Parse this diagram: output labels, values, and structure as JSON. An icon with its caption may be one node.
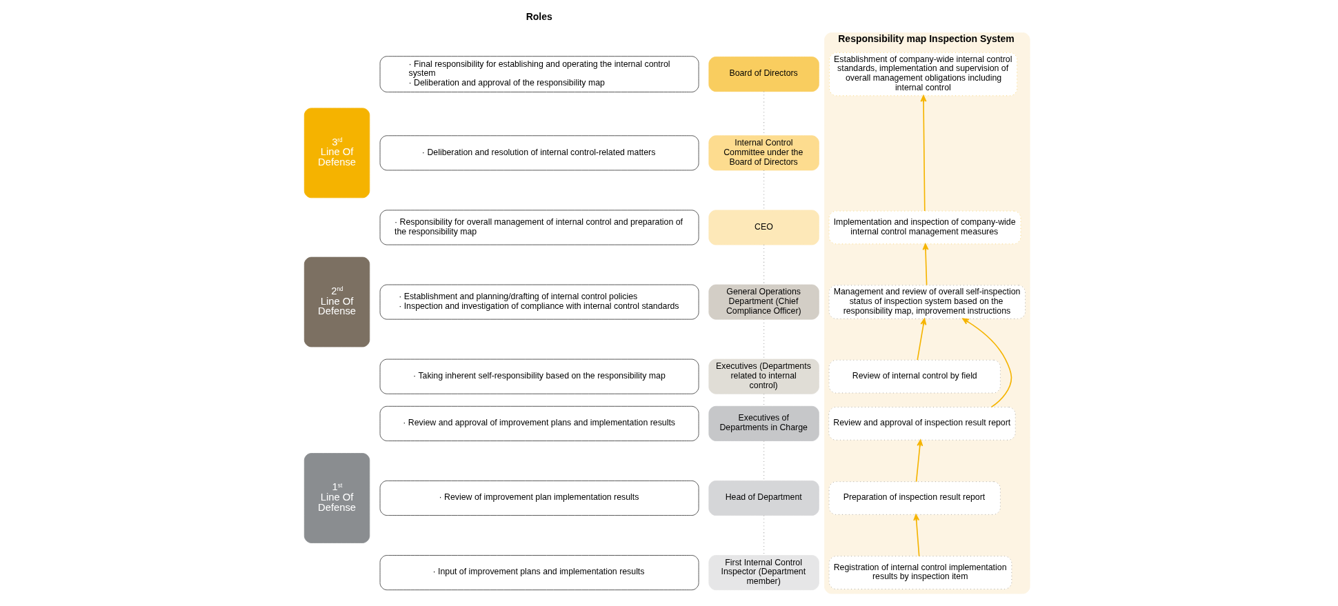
{
  "diagram": {
    "nodes": [
      {
        "text": [
          "3$^{rd}$ Line Of Defense"
        ]
      },
      {
        "text": [
          "· Final responsibility for establishing and operating the internal control system",
          "· Deliberation and approval of the responsibility map"
        ]
      },
      {
        "text": [
          "Board of Directors"
        ]
      },
      {
        "text": [
          "· Deliberation and resolution of internal control-related matters"
        ]
      },
      {
        "text": [
          "Internal Control Committee under the Board of Directors"
        ]
      },
      {
        "text": [
          "· Responsibility for overall management of internal control and preparation of the responsibility map"
        ]
      },
      {
        "text": [
          "CEO"
        ]
      },
      {
        "text": [
          "2$^{nd}$ Line Of Defense"
        ]
      },
      {
        "text": [
          "· Establishment and planning/drafting of internal control policies",
          "· Inspection and investigation of compliance with internal control standards"
        ]
      },
      {
        "text": [
          "General Operations Department (Chief Compliance Officer)"
        ]
      },
      {
        "text": [
          "· Taking inherent self-responsibility based on the responsibility map"
        ]
      },
      {
        "text": [
          "Executives (Departments related to internal control)"
        ]
      },
      {
        "text": [
          "1$^{st}$ Line Of Defense"
        ]
      },
      {
        "text": [
          "· Review and approval of improvement plans and implementation results"
        ]
      },
      {
        "text": [
          "Executives of Departments in Charge"
        ]
      },
      {
        "text": [
          "· Review of improvement plan implementation results"
        ]
      },
      {
        "text": [
          "Head of Department"
        ]
      },
      {
        "text": [
          "· Input of improvement plans and implementation results"
        ]
      },
      {
        "text": [
          "First Internal Control Inspector (Department member)"
        ]
      },
      {
        "text": [
          "Responsibility map Inspection System"
        ]
      },
      {
        "text": [
          "Establishment of company-wide internal control standards, implementation and supervision of overall management obligations including internal control"
        ],
        "in": 19
      },
      {
        "text": [
          "Implementation and inspection of company-wide internal control management measures"
        ],
        "in": 19
      },
      {
        "text": [
          "Management and review of overall self-inspection status of inspection system based on the responsibility map, improvement instructions"
        ],
        "in": 19
      },
      {
        "text": [
          "Review of internal control by field"
        ],
        "in": 19
      },
      {
        "text": [
          "Review and approval of inspection result report"
        ],
        "in": 19
      },
      {
        "text": [
          "Preparation of inspection result report"
        ],
        "in": 19
      },
      {
        "text": [
          "Registration of internal control implementation results by inspection item"
        ],
        "in": 19
      }
    ],
    "edges": [
      {
        "from": 2,
        "to": 4,
        "arrow": "none",
        "style": "dashed"
      },
      {
        "from": 4,
        "to": 6,
        "arrow": "none",
        "style": "dashed"
      },
      {
        "from": 6,
        "to": 9,
        "arrow": "none",
        "style": "dashed"
      },
      {
        "from": 9,
        "to": 11,
        "arrow": "none",
        "style": "dashed"
      },
      {
        "from": 11,
        "to": 14,
        "arrow": "none",
        "style": "dashed"
      },
      {
        "from": 14,
        "to": 16,
        "arrow": "none",
        "style": "dashed"
      },
      {
        "from": 16,
        "to": 18,
        "arrow": "none",
        "style": "dashed"
      },
      {
        "from": 21,
        "to": 20,
        "arrow": "to",
        "color": "#f5b400"
      },
      {
        "from": 22,
        "to": 21,
        "arrow": "to",
        "color": "#f5b400"
      },
      {
        "from": 23,
        "to": 22,
        "arrow": "to",
        "color": "#f5b400"
      },
      {
        "from": 24,
        "to": 22,
        "arrow": "to",
        "color": "#f5b400"
      },
      {
        "from": 25,
        "to": 24,
        "arrow": "to",
        "color": "#f5b400"
      },
      {
        "from": 26,
        "to": 25,
        "arrow": "to",
        "color": "#f5b400"
      }
    ],
    "labels": [
      "Roles"
    ]
  }
}
